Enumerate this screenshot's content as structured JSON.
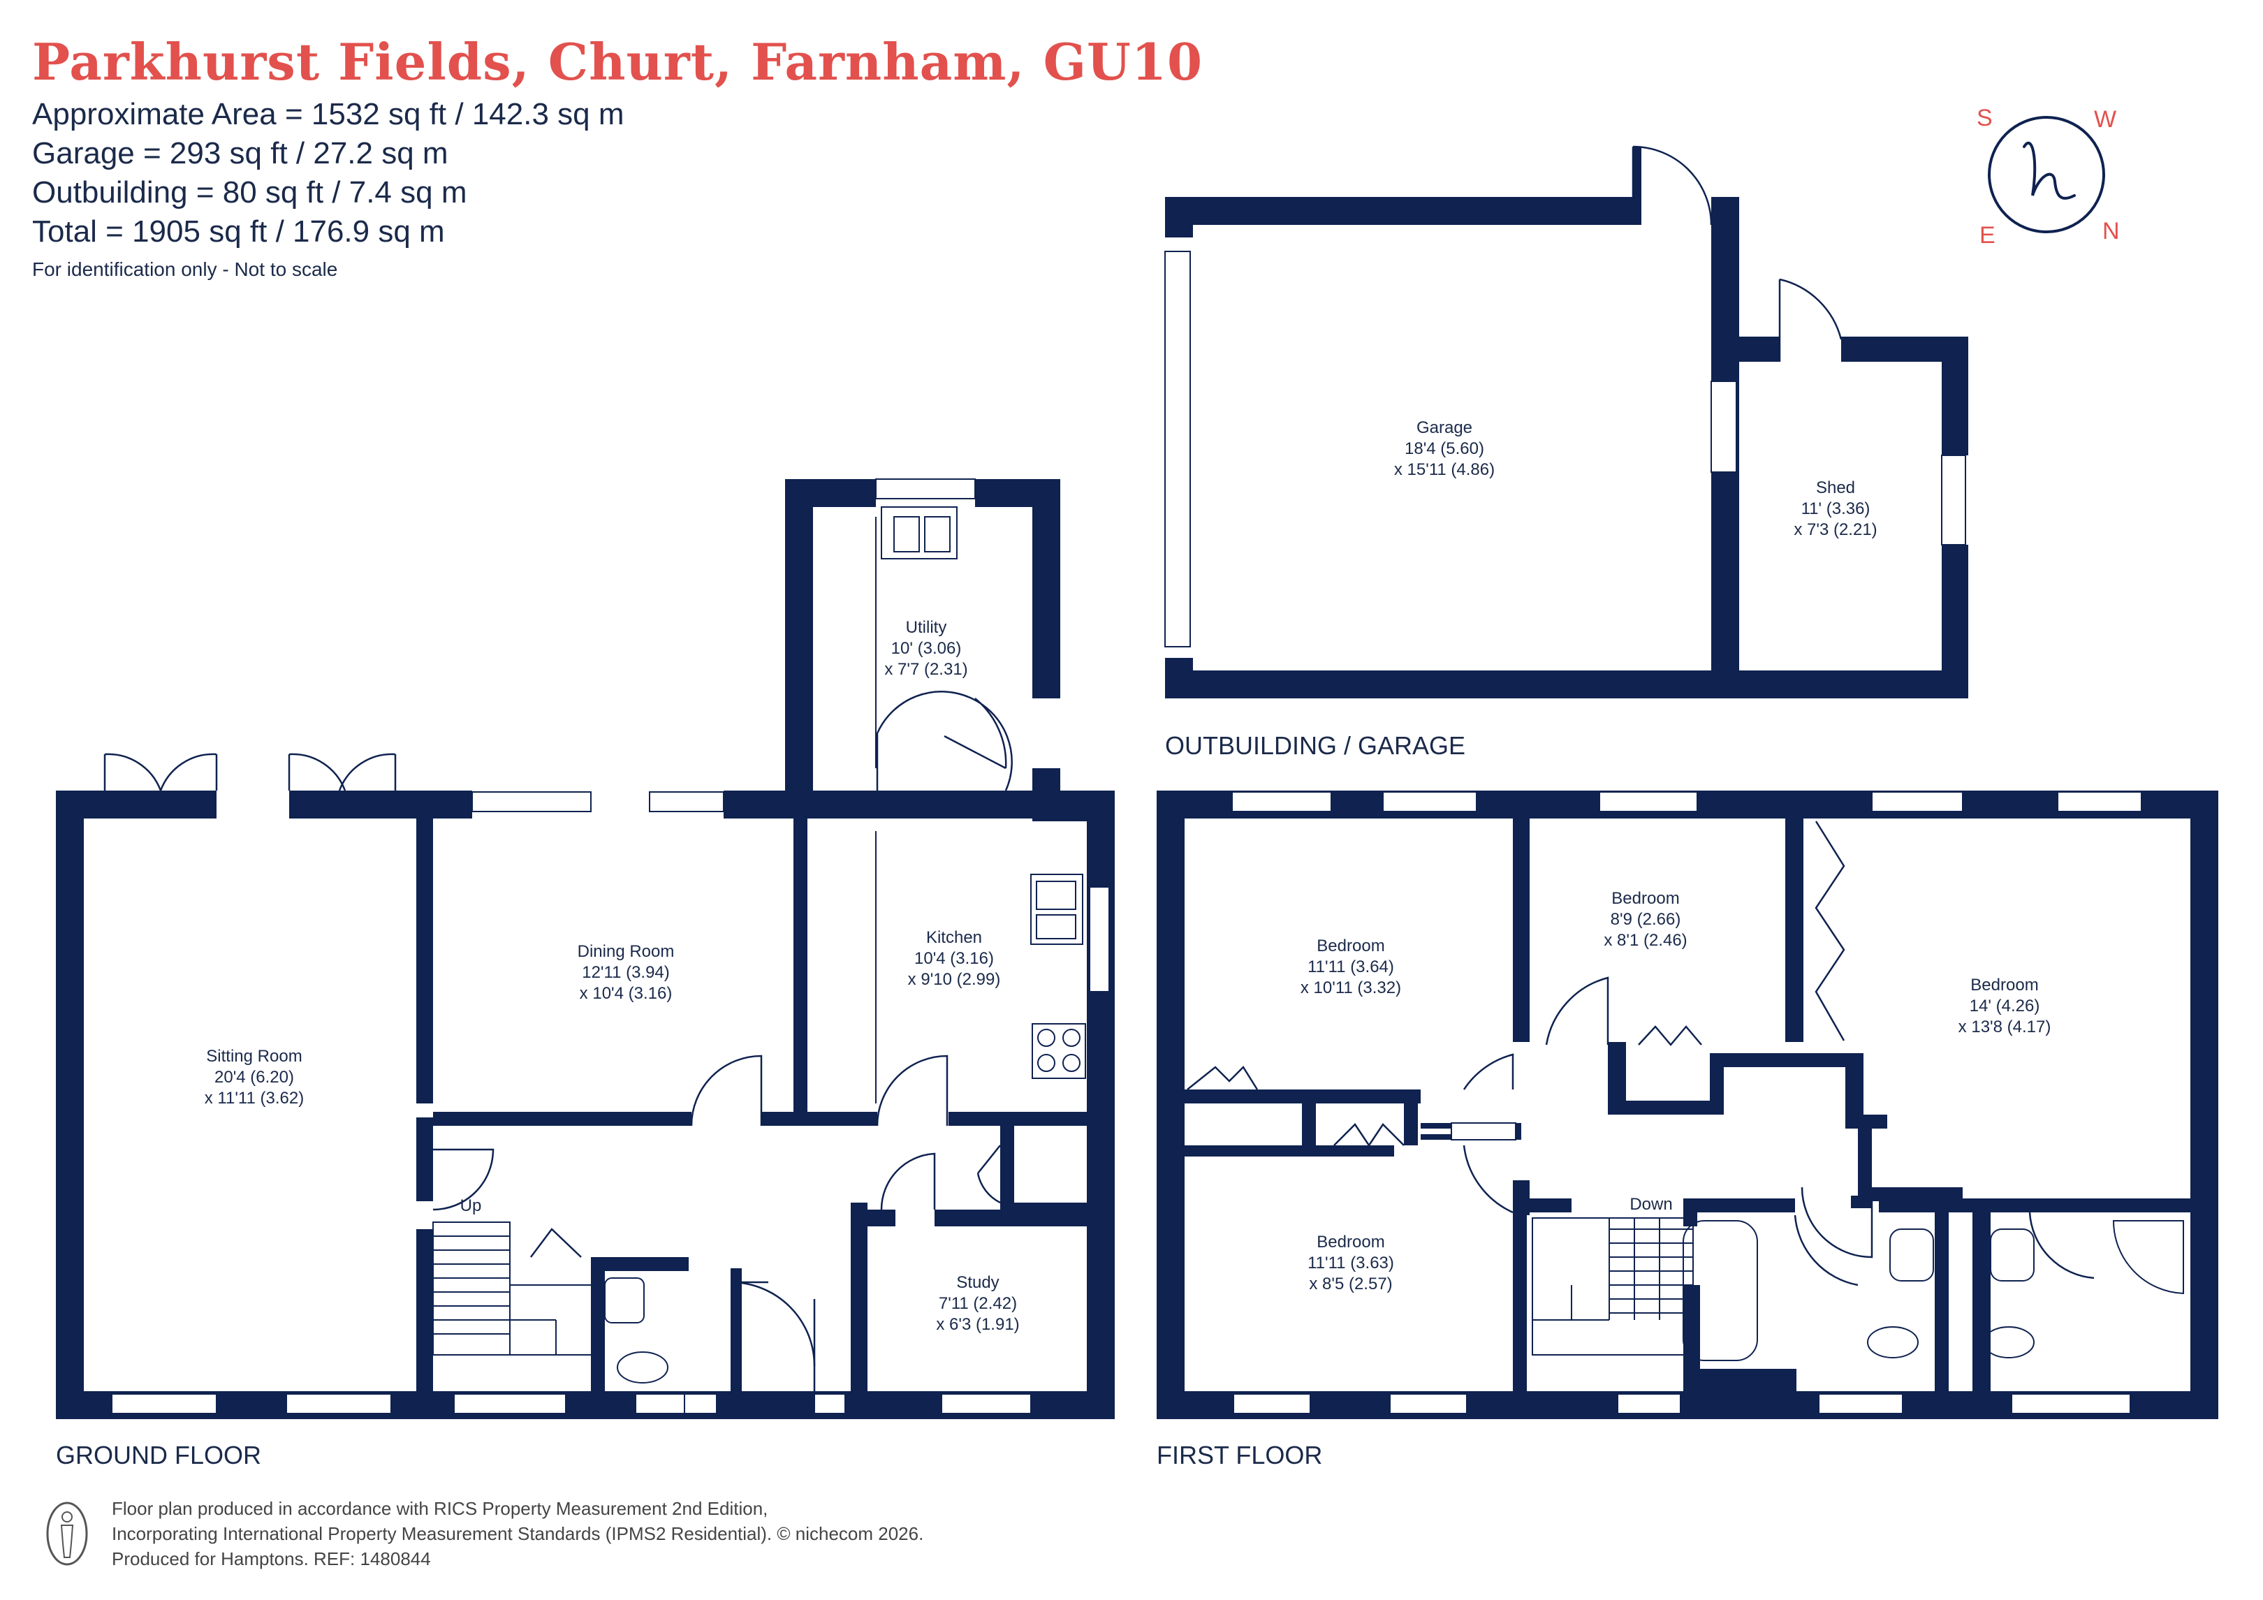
{
  "header": {
    "title": "Parkhurst Fields, Churt, Farnham, GU10",
    "areas": [
      "Approximate Area = 1532 sq ft / 142.3 sq m",
      "Garage = 293 sq ft / 27.2 sq m",
      "Outbuilding = 80 sq ft / 7.4 sq m",
      "Total = 1905 sq ft / 176.9 sq m"
    ],
    "note": "For identification only - Not to scale"
  },
  "floors": {
    "ground": "GROUND FLOOR",
    "first": "FIRST FLOOR",
    "outbuilding": "OUTBUILDING / GARAGE"
  },
  "rooms": {
    "garage": {
      "name": "Garage",
      "dim1": "18'4 (5.60)",
      "dim2": "x 15'11 (4.86)"
    },
    "shed": {
      "name": "Shed",
      "dim1": "11' (3.36)",
      "dim2": "x 7'3 (2.21)"
    },
    "utility": {
      "name": "Utility",
      "dim1": "10' (3.06)",
      "dim2": "x 7'7 (2.31)"
    },
    "dining": {
      "name": "Dining Room",
      "dim1": "12'11 (3.94)",
      "dim2": "x 10'4 (3.16)"
    },
    "kitchen": {
      "name": "Kitchen",
      "dim1": "10'4 (3.16)",
      "dim2": "x 9'10 (2.99)"
    },
    "sitting": {
      "name": "Sitting Room",
      "dim1": "20'4 (6.20)",
      "dim2": "x 11'11 (3.62)"
    },
    "study": {
      "name": "Study",
      "dim1": "7'11 (2.42)",
      "dim2": "x 6'3 (1.91)"
    },
    "bed1": {
      "name": "Bedroom",
      "dim1": "11'11 (3.64)",
      "dim2": "x 10'11 (3.32)"
    },
    "bed2": {
      "name": "Bedroom",
      "dim1": "8'9 (2.66)",
      "dim2": "x 8'1 (2.46)"
    },
    "bed3": {
      "name": "Bedroom",
      "dim1": "14' (4.26)",
      "dim2": "x 13'8 (4.17)"
    },
    "bed4": {
      "name": "Bedroom",
      "dim1": "11'11 (3.63)",
      "dim2": "x 8'5 (2.57)"
    }
  },
  "stairs": {
    "up": "Up",
    "down": "Down"
  },
  "footer": {
    "line1": "Floor plan produced in accordance with RICS Property Measurement 2nd Edition,",
    "line2": "Incorporating International Property Measurement Standards (IPMS2 Residential).   © nichecom 2026.",
    "line3": "Produced for Hamptons.   REF: 1480844"
  },
  "logo": {
    "letter": "h",
    "compass": [
      "S",
      "W",
      "N",
      "E"
    ]
  },
  "colors": {
    "wall": "#0f2250",
    "accent": "#e2514d",
    "text": "#1b2a4a"
  }
}
